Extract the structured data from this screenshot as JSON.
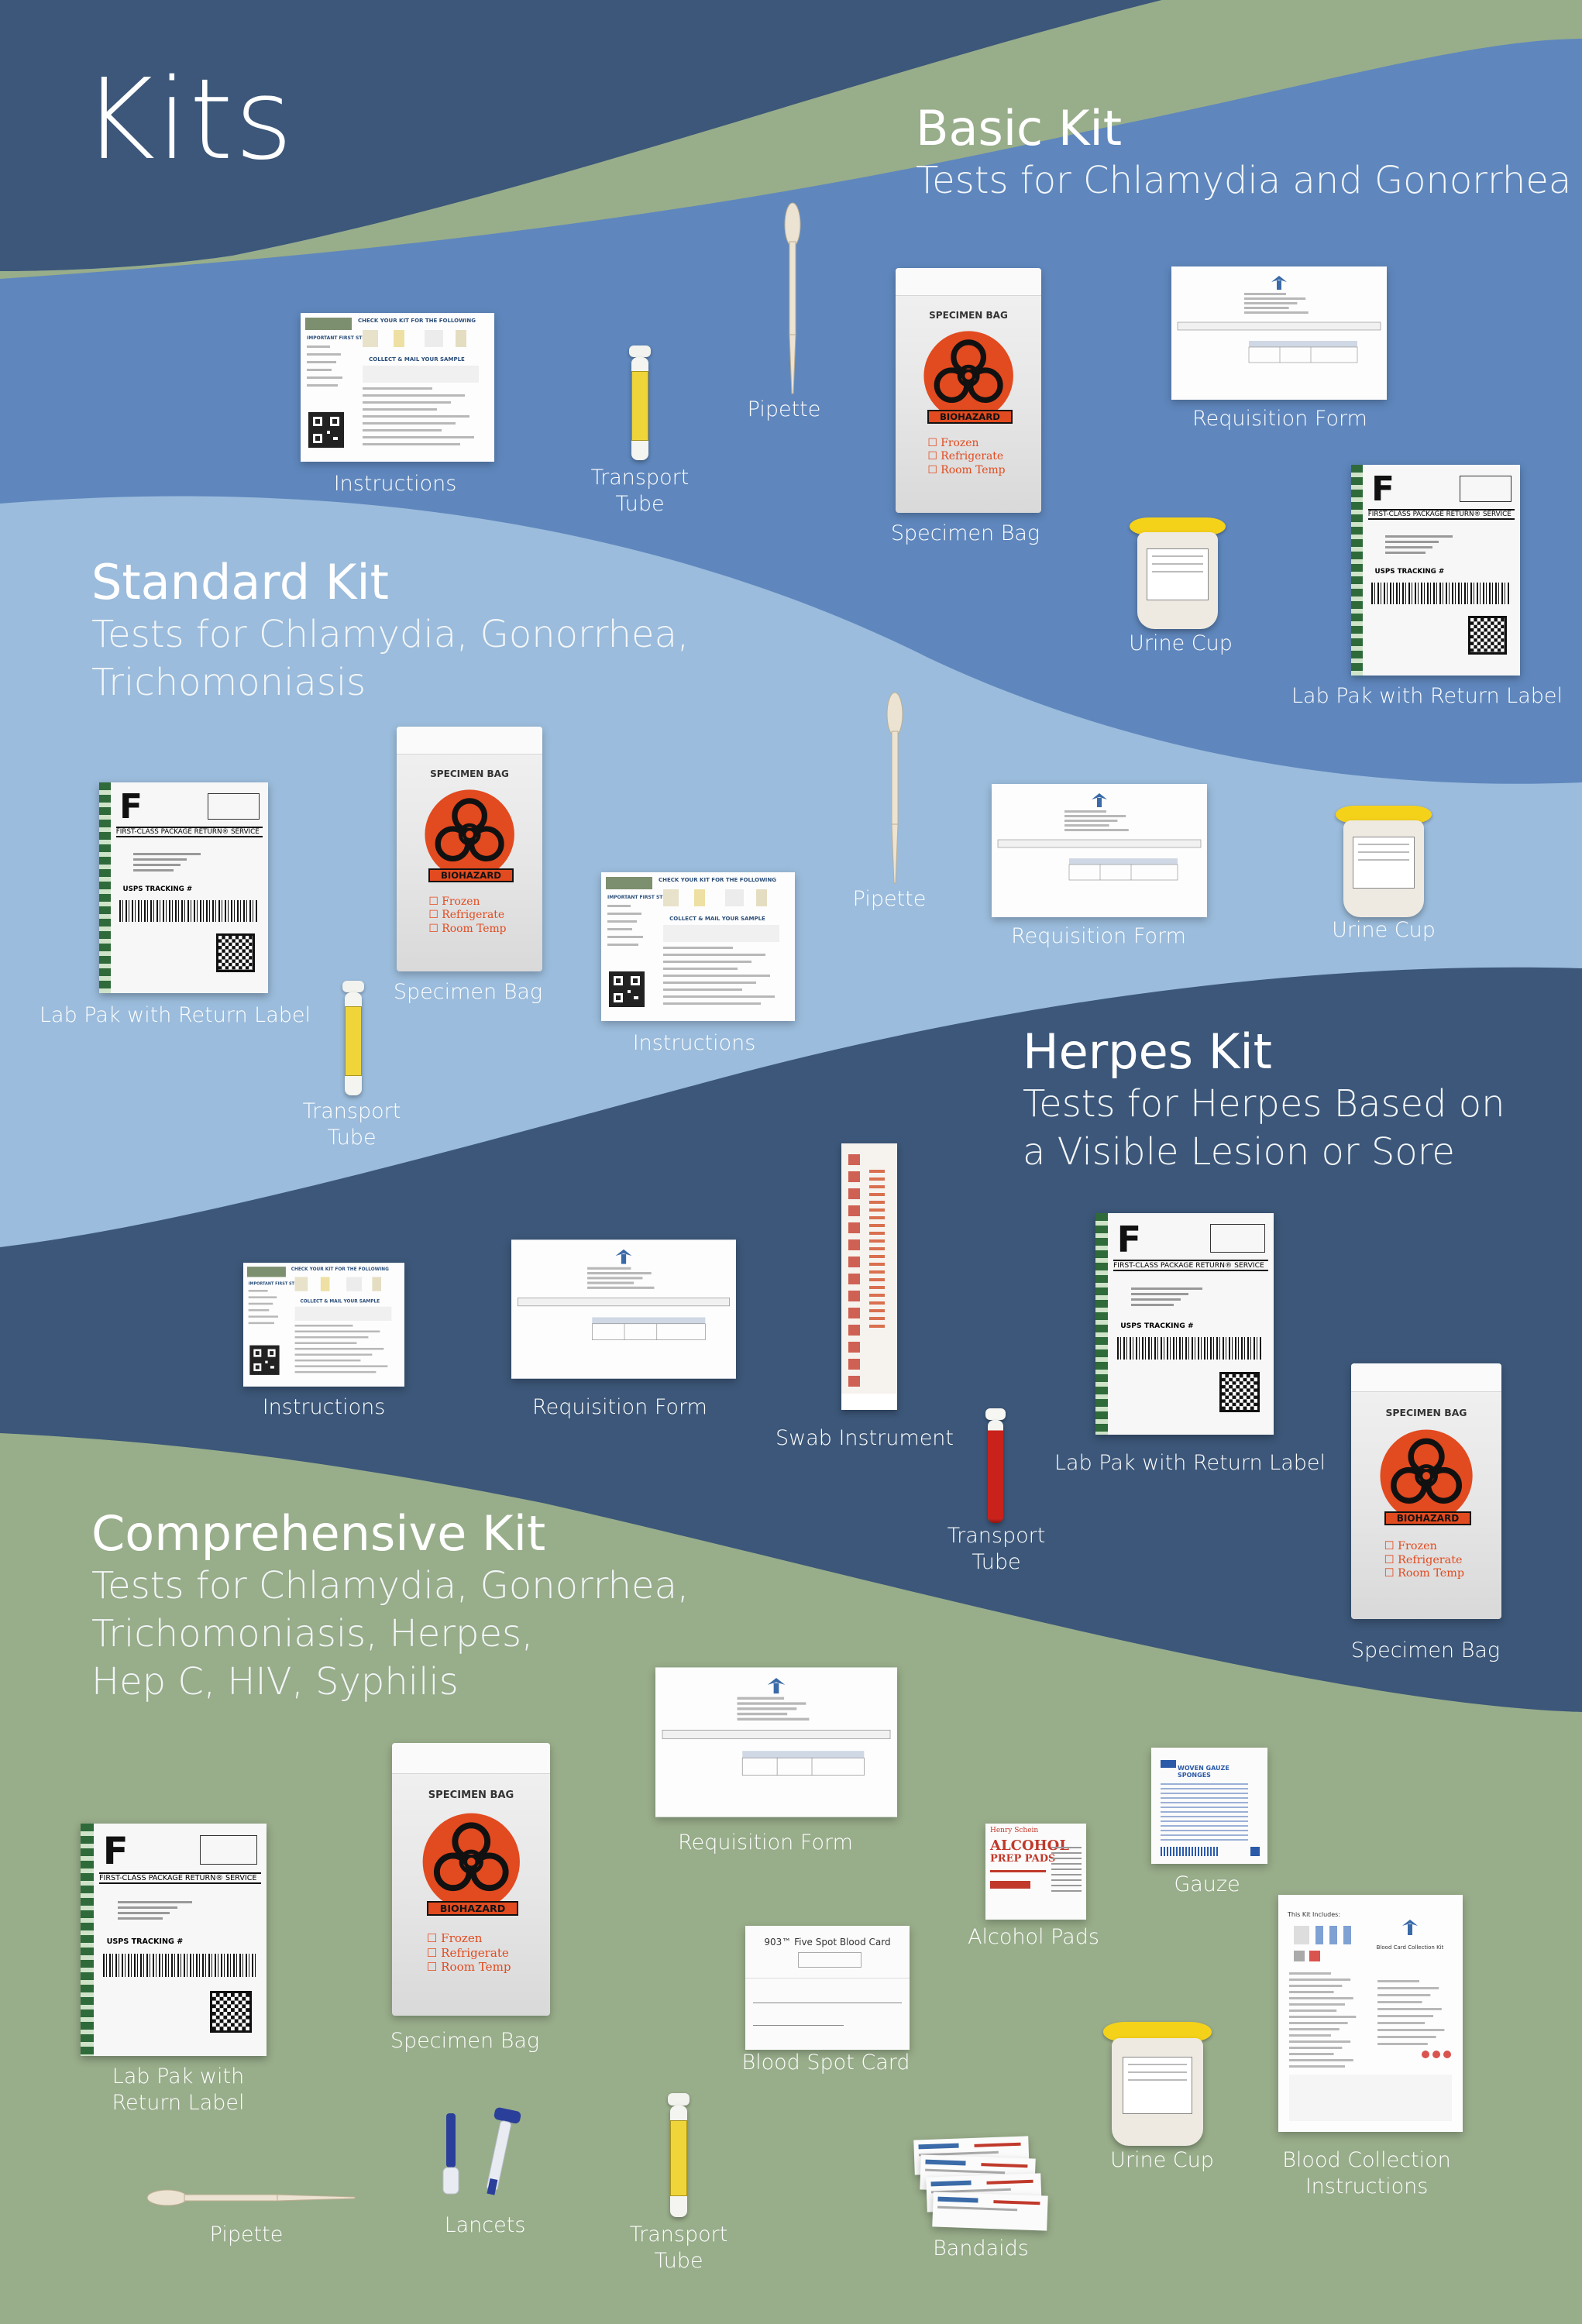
{
  "page": {
    "title": "Kits"
  },
  "kits": {
    "basic": {
      "title": "Basic Kit",
      "subtitle": [
        "Tests for Chlamydia and Gonorrhea"
      ]
    },
    "standard": {
      "title": "Standard Kit",
      "subtitle": [
        "Tests for Chlamydia, Gonorrhea,",
        "Trichomoniasis"
      ]
    },
    "herpes": {
      "title": "Herpes Kit",
      "subtitle": [
        "Tests for Herpes Based on",
        "a Visible Lesion or Sore"
      ]
    },
    "comprehensive": {
      "title": "Comprehensive Kit",
      "subtitle": [
        "Tests for Chlamydia, Gonorrhea,",
        "Trichomoniasis, Herpes,",
        "Hep C, HIV, Syphilis"
      ]
    }
  },
  "items": {
    "basic_instructions": "Instructions",
    "basic_transport_tube": "Transport\nTube",
    "basic_pipette": "Pipette",
    "basic_specimen_bag": "Specimen Bag",
    "basic_requisition_form": "Requisition Form",
    "basic_urine_cup": "Urine Cup",
    "basic_lab_pak": "Lab Pak with Return Label",
    "std_lab_pak": "Lab Pak with Return Label",
    "std_specimen_bag": "Specimen Bag",
    "std_transport_tube": "Transport\nTube",
    "std_instructions": "Instructions",
    "std_pipette": "Pipette",
    "std_requisition_form": "Requisition Form",
    "std_urine_cup": "Urine Cup",
    "herpes_instructions": "Instructions",
    "herpes_requisition_form": "Requisition Form",
    "herpes_swab": "Swab Instrument",
    "herpes_transport_tube": "Transport\nTube",
    "herpes_lab_pak": "Lab Pak with Return Label",
    "herpes_specimen_bag": "Specimen Bag",
    "comp_requisition_form": "Requisition Form",
    "comp_lab_pak": "Lab Pak with\nReturn Label",
    "comp_specimen_bag": "Specimen Bag",
    "comp_alcohol_pads": "Alcohol Pads",
    "comp_gauze": "Gauze",
    "comp_blood_spot_card": "Blood Spot Card",
    "comp_urine_cup": "Urine Cup",
    "comp_blood_collection": "Blood Collection\nInstructions",
    "comp_pipette": "Pipette",
    "comp_lancets": "Lancets",
    "comp_transport_tube": "Transport\nTube",
    "comp_bandaids": "Bandaids"
  },
  "product_text": {
    "specimen_bag": "SPECIMEN BAG",
    "biohazard": "BIOHAZARD",
    "frozen": "Frozen",
    "refrigerate": "Refrigerate",
    "room_temp": "Room Temp",
    "lab_pak_letter": "F",
    "lab_pak_service": "FIRST-CLASS PACKAGE RETURN® SERVICE",
    "lab_pak_tracking": "USPS TRACKING #",
    "instructions_header": "CHECK YOUR KIT FOR THE FOLLOWING",
    "instructions_first_steps": "IMPORTANT FIRST STEPS",
    "instructions_collect": "COLLECT & MAIL YOUR SAMPLE",
    "blood_spot_card": "903™ Five Spot Blood Card",
    "alcohol_brand": "Henry Schein",
    "alcohol_title": "ALCOHOL",
    "alcohol_sub": "PREP PADS",
    "gauze_label": "WOVEN GAUZE SPONGES",
    "blood_instructions_title": "Blood Card Collection Kit",
    "blood_instructions_includes": "This Kit Includes:"
  },
  "colors": {
    "dark_band": "#3c5779",
    "mid_band": "#5f87bd",
    "light_band": "#9bbcdc",
    "green_band": "#98ad8a",
    "biohazard_red": "#e24a1f",
    "tube_yellow": "#f0d53a",
    "cup_lid": "#f5d21a"
  }
}
